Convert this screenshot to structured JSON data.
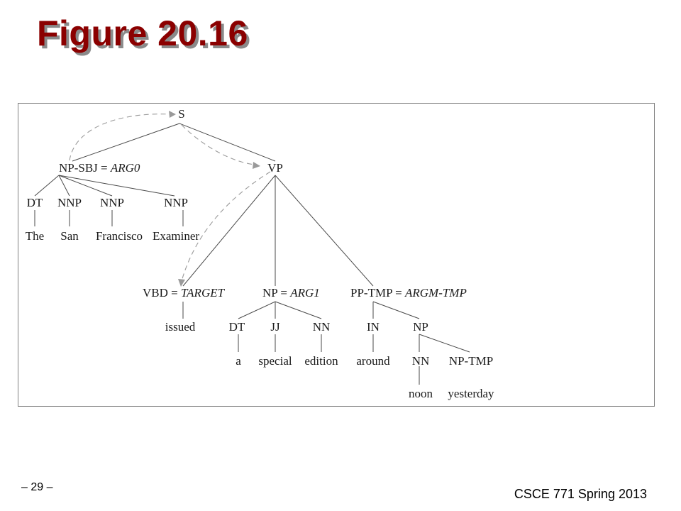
{
  "slide": {
    "title": "Figure 20.16",
    "page_number": "– 29 –",
    "footer": "CSCE 771 Spring 2013"
  },
  "tree": {
    "S": "S",
    "np_sbj": {
      "prefix": "NP-SBJ = ",
      "role": "ARG0"
    },
    "vp": "VP",
    "subj_tags": [
      "DT",
      "NNP",
      "NNP",
      "NNP"
    ],
    "subj_words": [
      "The",
      "San",
      "Francisco",
      "Examiner"
    ],
    "vbd": {
      "prefix": "VBD = ",
      "role": "TARGET"
    },
    "np_obj": {
      "prefix": "NP = ",
      "role": "ARG1"
    },
    "pp_tmp": {
      "prefix": "PP-TMP = ",
      "role": "ARGM-TMP"
    },
    "vbd_word": "issued",
    "obj_tags": [
      "DT",
      "JJ",
      "NN"
    ],
    "obj_words": [
      "a",
      "special",
      "edition"
    ],
    "in_tag": "IN",
    "pp_np": "NP",
    "in_word": "around",
    "inner_tags": [
      "NN",
      "NP-TMP"
    ],
    "inner_words": [
      "noon",
      "yesterday"
    ]
  },
  "colors": {
    "title": "#8b0000",
    "title_shadow": "#8a8a8a"
  }
}
